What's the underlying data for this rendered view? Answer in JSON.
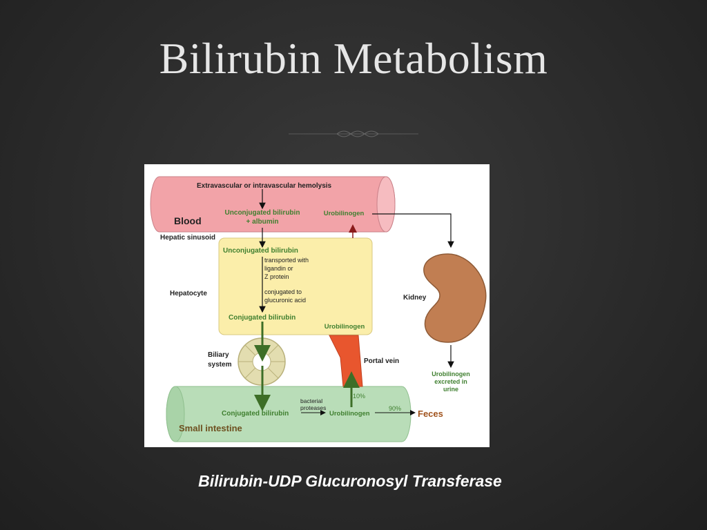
{
  "slide": {
    "title": "Bilirubin Metabolism",
    "caption": "Bilirubin-UDP Glucuronosyl Transferase"
  },
  "diagram": {
    "hemolysis": "Extravascular or intravascular hemolysis",
    "blood": "Blood",
    "unconj_albumin_1": "Unconjugated bilirubin",
    "unconj_albumin_2": "+ albumin",
    "urobilinogen_blood": "Urobilinogen",
    "hepatic_sinusoid": "Hepatic sinusoid",
    "unconj_hepatocyte": "Unconjugated bilirubin",
    "transported_1": "transported with",
    "transported_2": "ligandin or",
    "transported_3": "Z protein",
    "conjugated_to_1": "conjugated to",
    "conjugated_to_2": "glucuronic acid",
    "hepatocyte": "Hepatocyte",
    "conj_hepatocyte": "Conjugated bilirubin",
    "urobilinogen_hepatocyte": "Urobilinogen",
    "kidney": "Kidney",
    "biliary_1": "Biliary",
    "biliary_2": "system",
    "portal_vein": "Portal vein",
    "excreted_1": "Urobilinogen",
    "excreted_2": "excreted in",
    "excreted_3": "urine",
    "bacterial_1": "bacterial",
    "bacterial_2": "proteases",
    "pct_10": "10%",
    "pct_90": "90%",
    "conj_intestine": "Conjugated bilirubin",
    "urobilinogen_intestine": "Urobilinogen",
    "feces": "Feces",
    "small_intestine": "Small intestine"
  },
  "colors": {
    "blood_vessel": "#f2a3a8",
    "hepatocyte": "#fbeeaa",
    "intestine": "#b9ddb8",
    "kidney": "#c17e52",
    "portal_vein": "#e8562e",
    "biliary": "#e3ddb0",
    "green_text": "#3f7f2f",
    "green_arrow": "#3d6e27",
    "dark_red_arrow": "#8a1a1a"
  }
}
